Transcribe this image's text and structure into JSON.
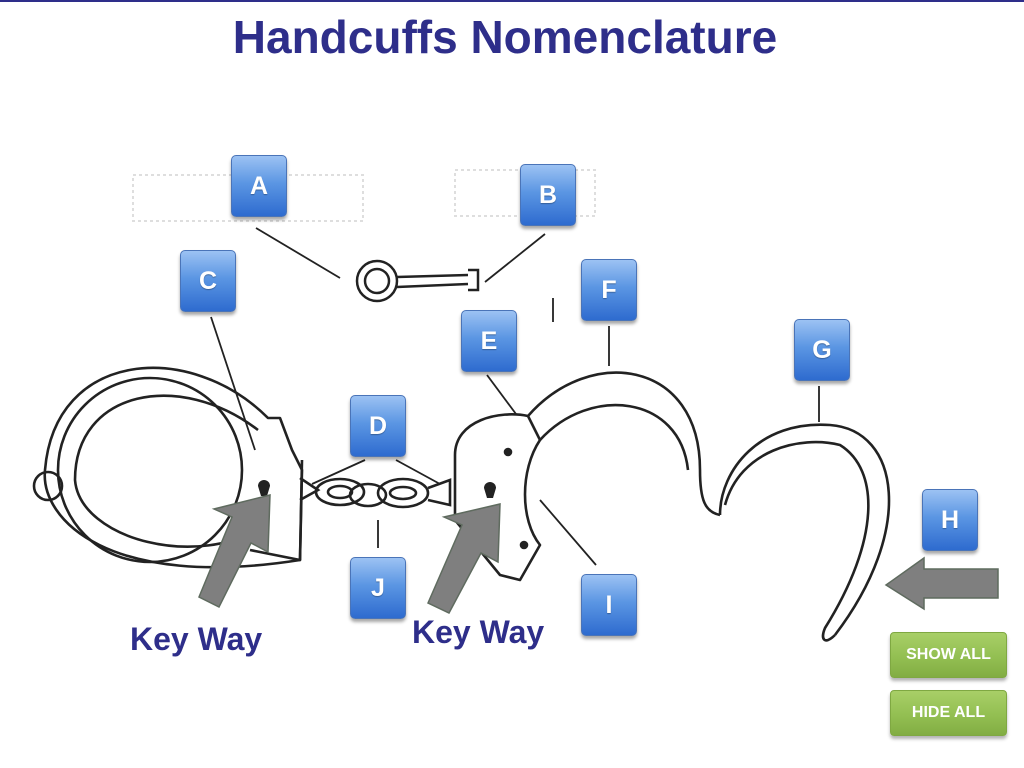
{
  "title": "Handcuffs Nomenclature",
  "labels": {
    "a": "A",
    "b": "B",
    "c": "C",
    "d": "D",
    "e": "E",
    "f": "F",
    "g": "G",
    "h": "H",
    "i": "I",
    "j": "J"
  },
  "keyway": {
    "left": "Key Way",
    "right": "Key Way"
  },
  "controls": {
    "show_all": "SHOW ALL",
    "hide_all": "HIDE ALL"
  },
  "colors": {
    "title": "#2e2e8a",
    "label_button": "#4a86db",
    "control_button": "#93bf52",
    "arrow": "#7f7f7f"
  }
}
